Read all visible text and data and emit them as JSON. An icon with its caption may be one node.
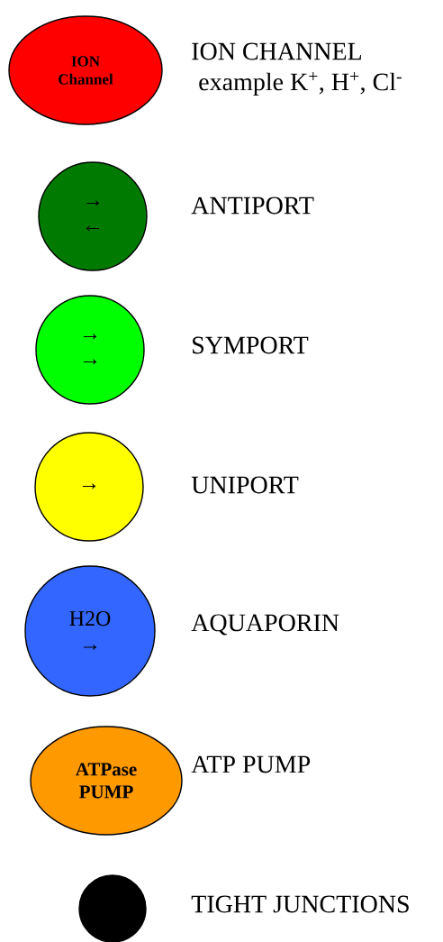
{
  "diagram": {
    "nodes": [
      {
        "text": [
          "ION Channel"
        ],
        "beside": [
          "ION CHANNEL",
          "example K$^{+}$, H$^{+}$, Cl$^{-}$"
        ]
      },
      {
        "text": [
          "→",
          "←"
        ],
        "beside": [
          "ANTIPORT"
        ]
      },
      {
        "text": [
          "→",
          "→"
        ],
        "beside": [
          "SYMPORT"
        ]
      },
      {
        "text": [
          "→"
        ],
        "beside": [
          "UNIPORT"
        ]
      },
      {
        "text": [
          "H2O",
          "→"
        ],
        "beside": [
          "AQUAPORIN"
        ]
      },
      {
        "text": [
          "ATPase PUMP"
        ],
        "beside": [
          "ATP PUMP"
        ]
      },
      {
        "text": [],
        "shape": "circle",
        "beside": [
          "TIGHT JUNCTIONS"
        ]
      }
    ]
  }
}
